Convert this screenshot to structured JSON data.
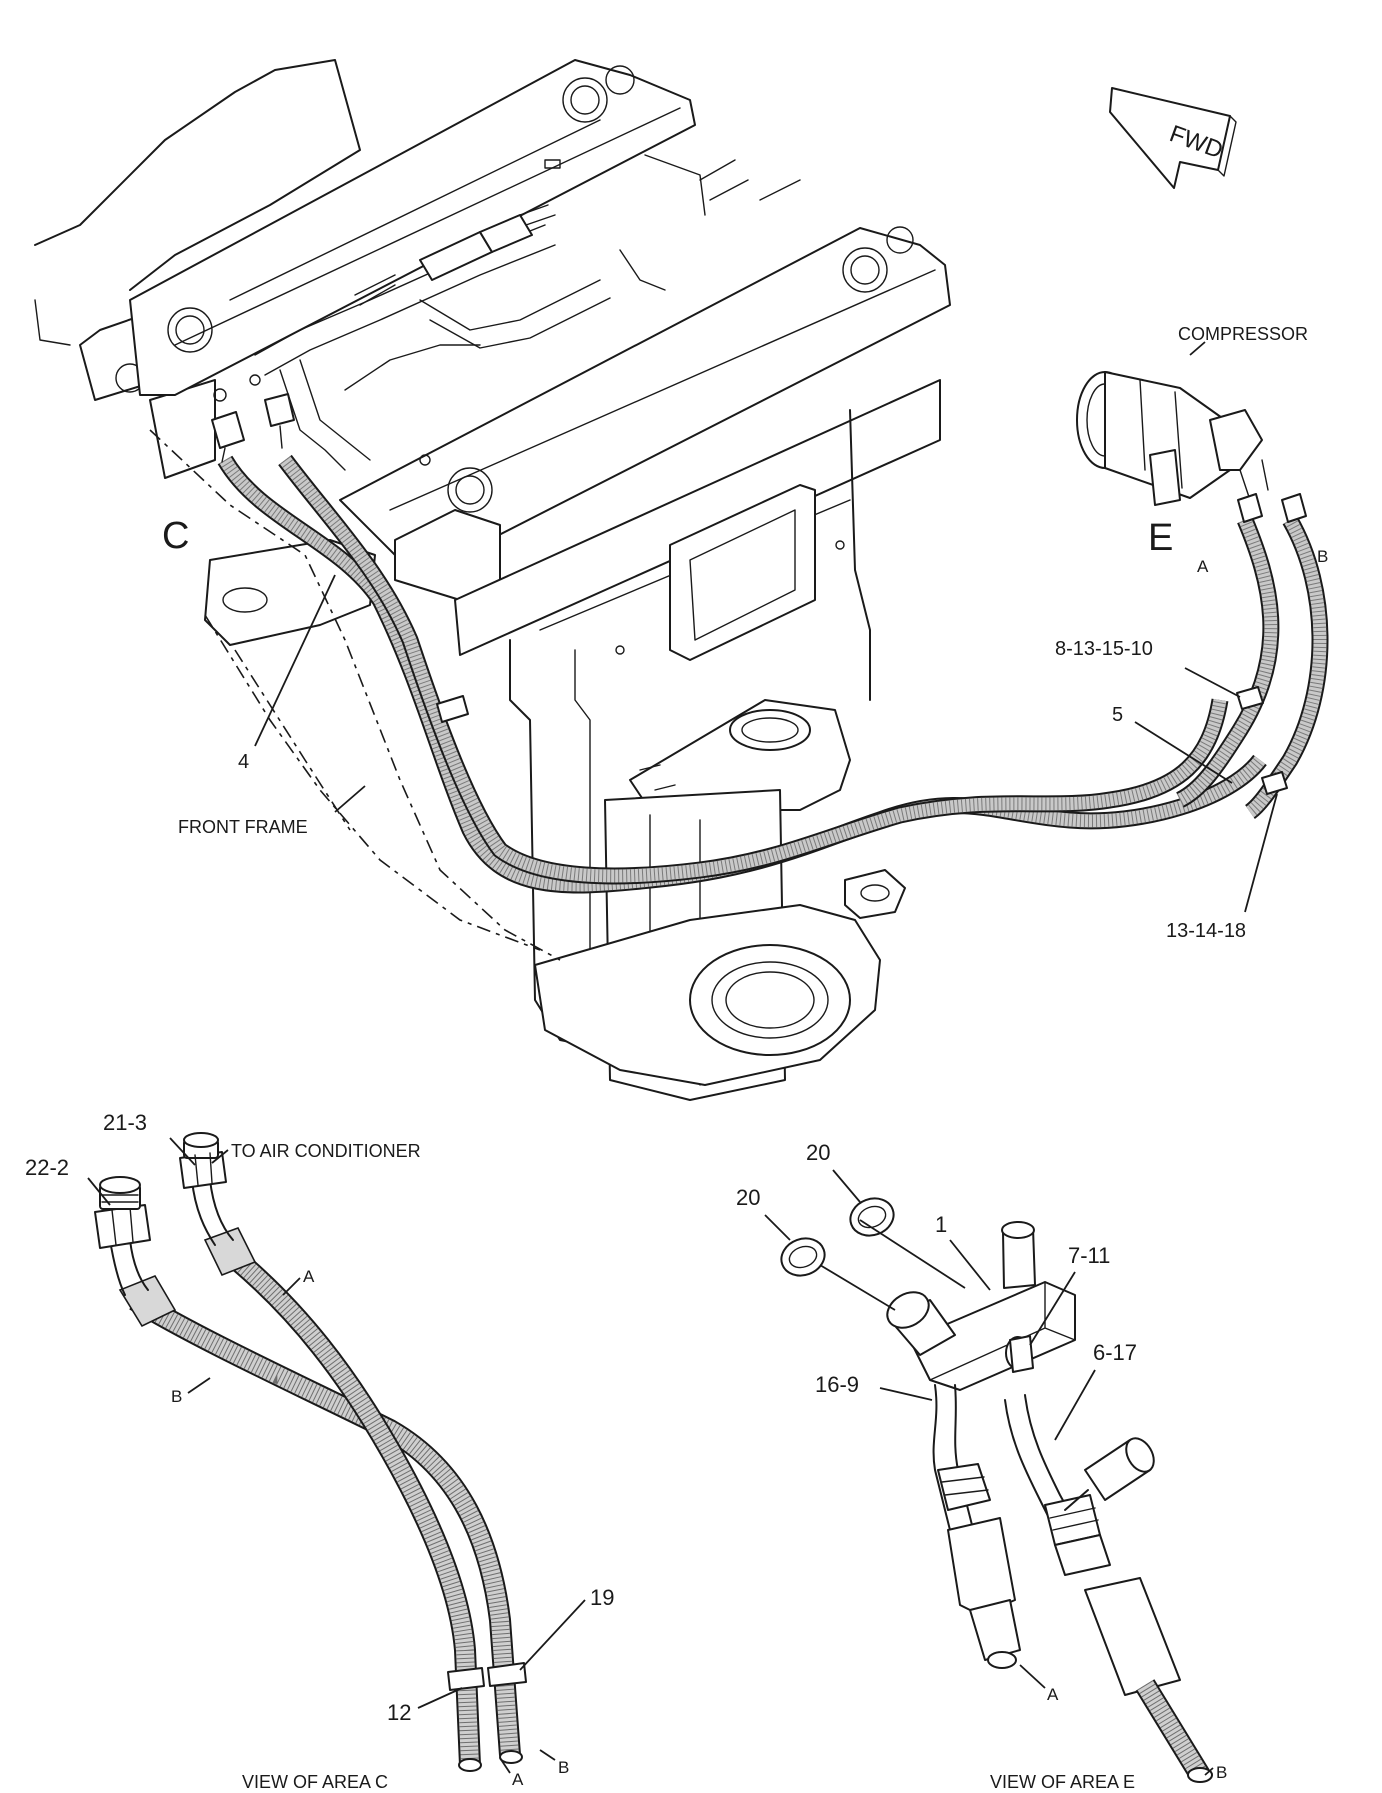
{
  "fwd_arrow": {
    "text": "FWD"
  },
  "main_view": {
    "compressor_label": "COMPRESSOR",
    "area_c_letter": "C",
    "area_e_letter": "E",
    "front_frame_label": "FRONT FRAME",
    "callouts": {
      "c4": "4",
      "c5": "5",
      "c8_13_15_10": "8-13-15-10",
      "c13_14_18": "13-14-18",
      "hose_a": "A",
      "hose_b": "B"
    }
  },
  "view_c": {
    "title": "VIEW OF AREA C",
    "to_air_conditioner": "TO AIR CONDITIONER",
    "callouts": {
      "c21_3": "21-3",
      "c22_2": "22-2",
      "c19": "19",
      "c12": "12",
      "hose_a_top": "A",
      "hose_b_top": "B",
      "hose_a_bottom": "A",
      "hose_b_bottom": "B"
    }
  },
  "view_e": {
    "title": "VIEW OF AREA E",
    "callouts": {
      "c20_left": "20",
      "c20_right": "20",
      "c1": "1",
      "c7_11": "7-11",
      "c16_9": "16-9",
      "c6_17": "6-17",
      "end_a": "A",
      "end_b": "B"
    }
  }
}
